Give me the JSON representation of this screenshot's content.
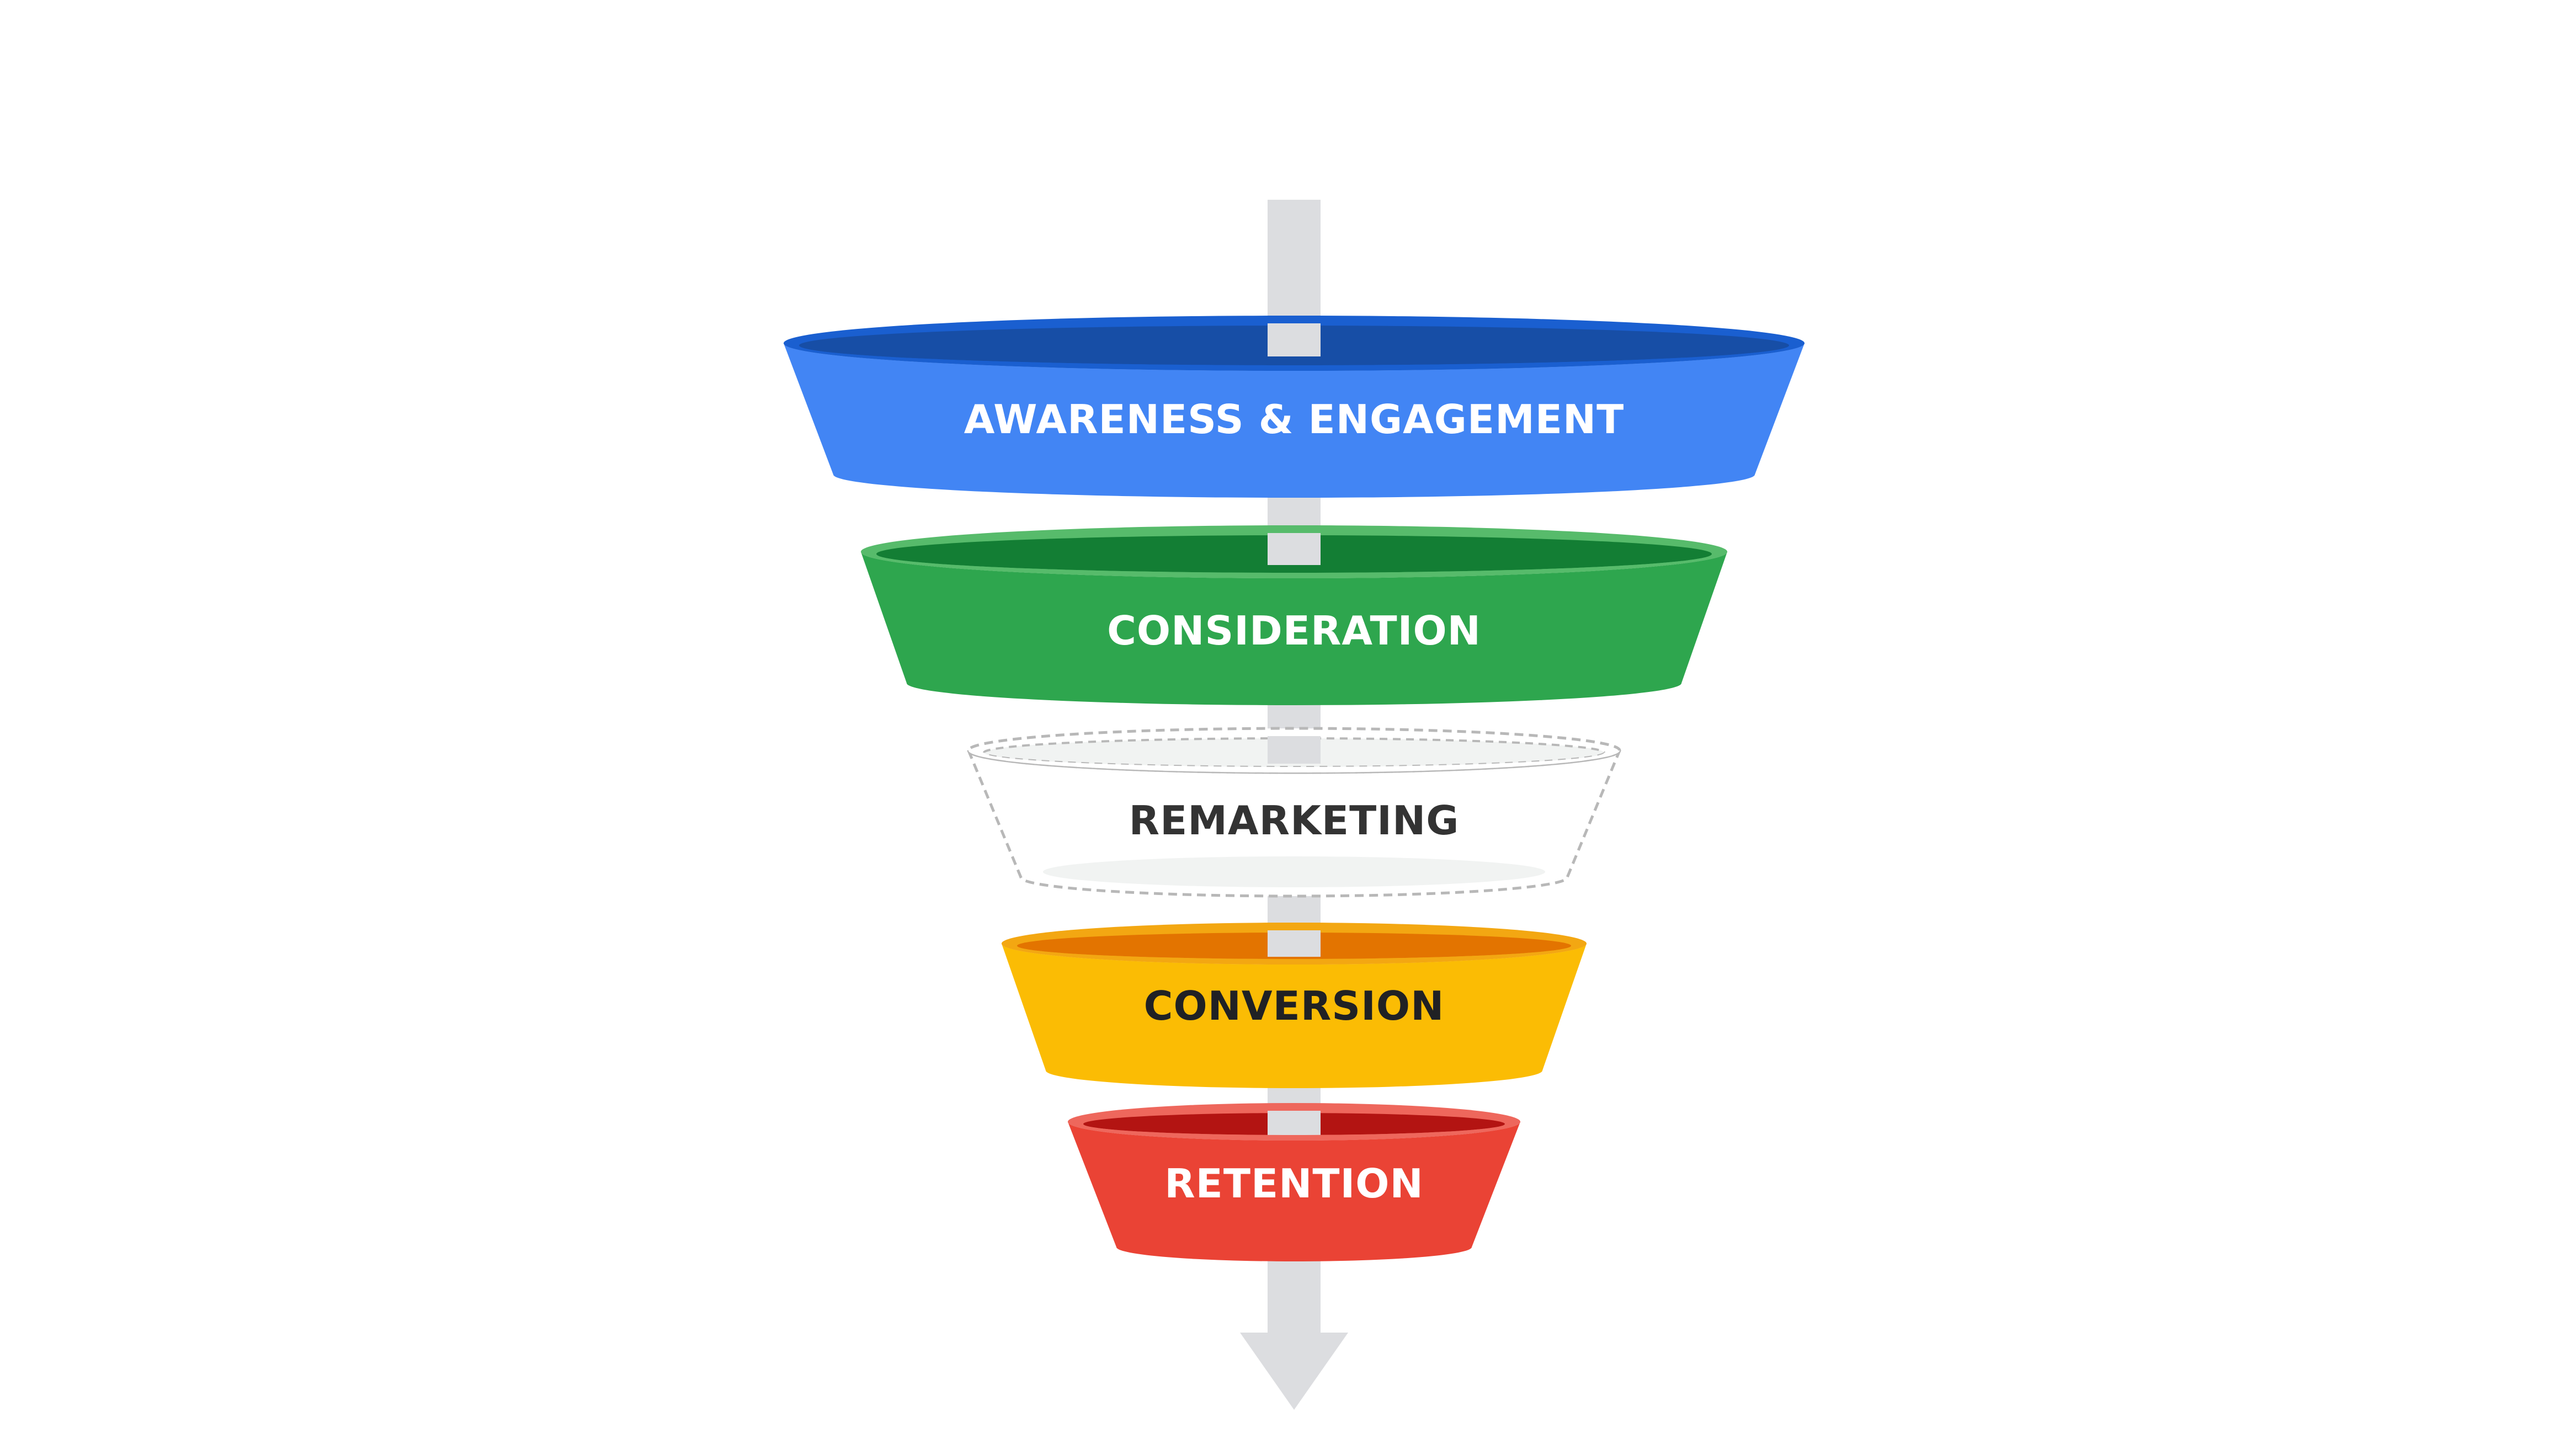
{
  "funnel": {
    "stages": [
      {
        "label": "AWARENESS & ENGAGEMENT",
        "style": "solid",
        "body_color": "#4285F4",
        "rim_color": "#1A5FD0",
        "inner_color": "#174EA6",
        "text_color": "#FFFFFF"
      },
      {
        "label": "CONSIDERATION",
        "style": "solid",
        "body_color": "#2EA64E",
        "rim_color": "#57BB6B",
        "inner_color": "#137E34",
        "text_color": "#FFFFFF"
      },
      {
        "label": "REMARKETING",
        "style": "dashed-outline",
        "body_color": "#FFFFFF",
        "rim_color": "#B8B8B8",
        "inner_color": "#F1F3F2",
        "text_color": "#333333"
      },
      {
        "label": "CONVERSION",
        "style": "solid",
        "body_color": "#FBBC04",
        "rim_color": "#F3A712",
        "inner_color": "#E37400",
        "text_color": "#202124"
      },
      {
        "label": "RETENTION",
        "style": "solid",
        "body_color": "#EA4335",
        "rim_color": "#EE675C",
        "inner_color": "#B31412",
        "text_color": "#FFFFFF"
      }
    ],
    "arrow_color": "#DCDDE0"
  }
}
